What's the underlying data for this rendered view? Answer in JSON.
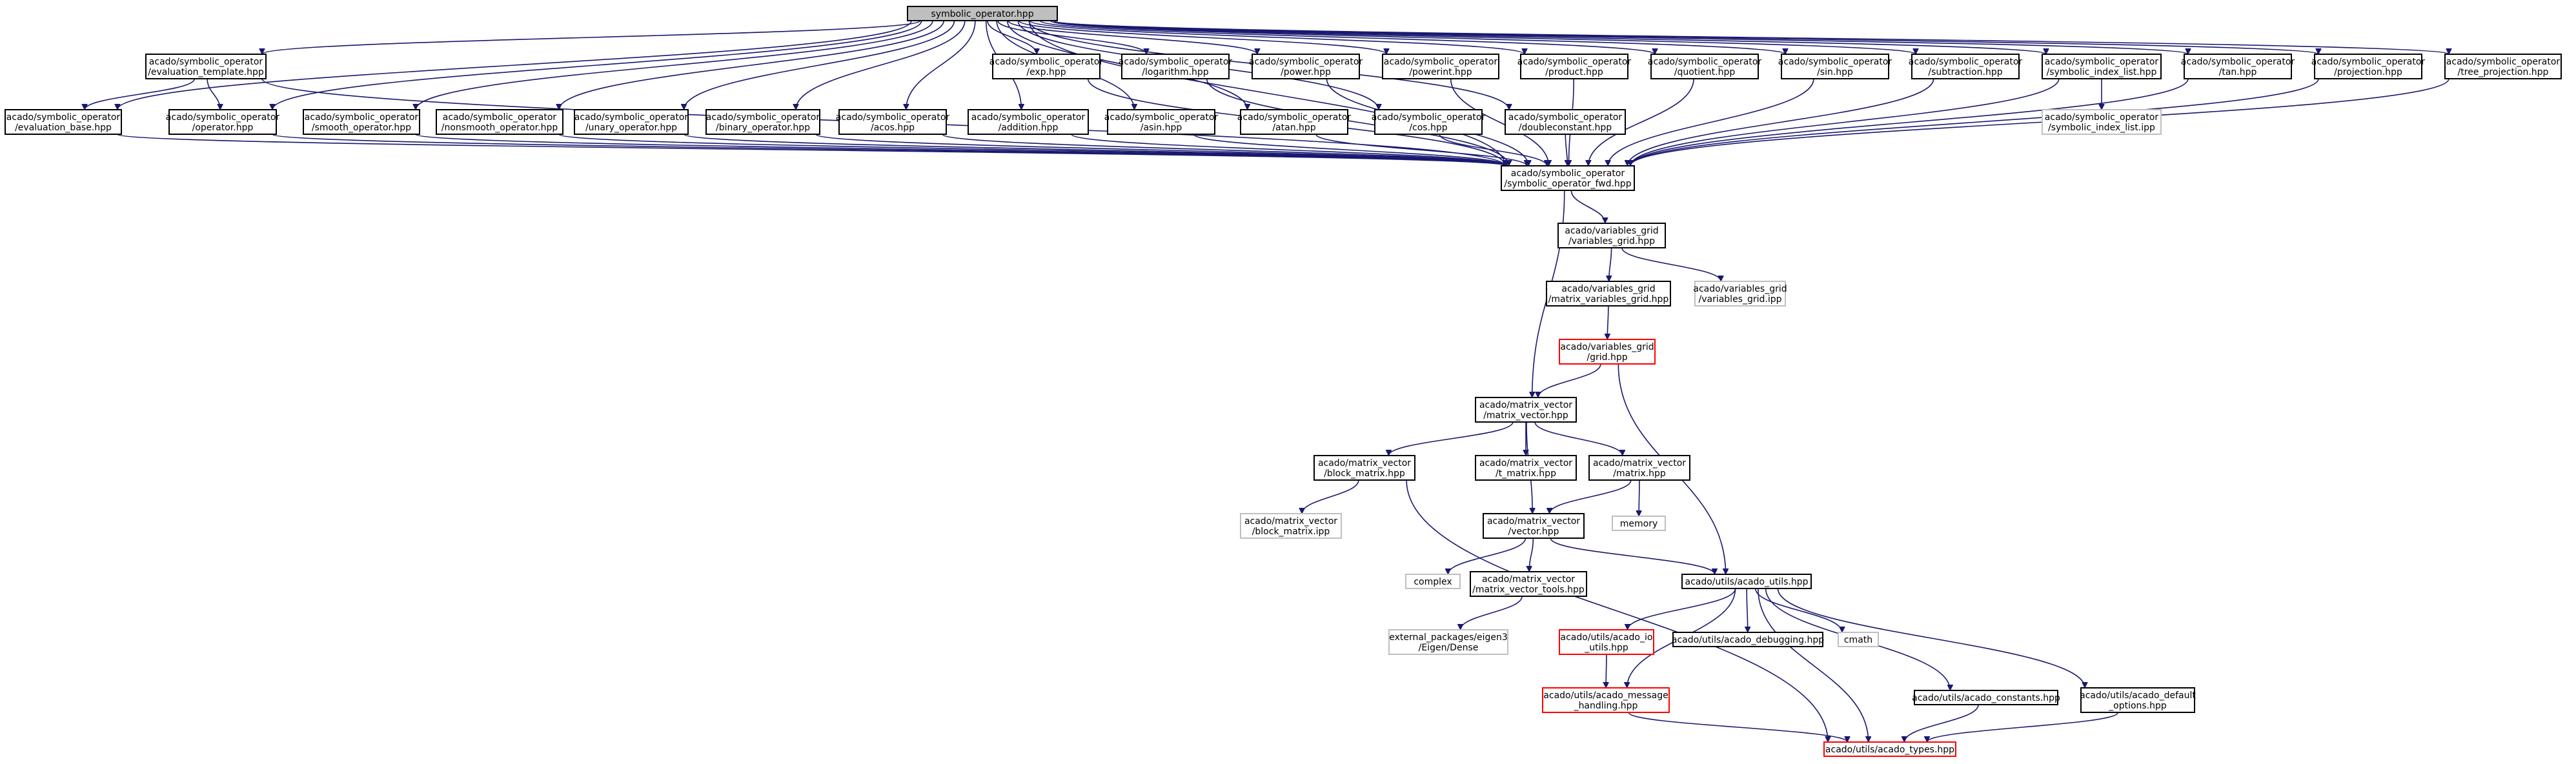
{
  "diagram": {
    "type": "include-dependency-graph",
    "colors": {
      "edge": "#191970",
      "root_fill": "#bfbfbf",
      "normal_border": "#000000",
      "truncated_border": "#ff0000",
      "external_border": "#bfbfbf"
    },
    "nodes": [
      {
        "id": "symbolic_operator",
        "lines": [
          "symbolic_operator.hpp"
        ],
        "style": "root"
      },
      {
        "id": "evaluation_template",
        "lines": [
          "acado/symbolic_operator",
          "/evaluation_template.hpp"
        ],
        "style": "normal"
      },
      {
        "id": "exp",
        "lines": [
          "acado/symbolic_operator",
          "/exp.hpp"
        ],
        "style": "normal"
      },
      {
        "id": "logarithm",
        "lines": [
          "acado/symbolic_operator",
          "/logarithm.hpp"
        ],
        "style": "normal"
      },
      {
        "id": "power",
        "lines": [
          "acado/symbolic_operator",
          "/power.hpp"
        ],
        "style": "normal"
      },
      {
        "id": "powerint",
        "lines": [
          "acado/symbolic_operator",
          "/powerint.hpp"
        ],
        "style": "normal"
      },
      {
        "id": "product",
        "lines": [
          "acado/symbolic_operator",
          "/product.hpp"
        ],
        "style": "normal"
      },
      {
        "id": "quotient",
        "lines": [
          "acado/symbolic_operator",
          "/quotient.hpp"
        ],
        "style": "normal"
      },
      {
        "id": "sin",
        "lines": [
          "acado/symbolic_operator",
          "/sin.hpp"
        ],
        "style": "normal"
      },
      {
        "id": "subtraction",
        "lines": [
          "acado/symbolic_operator",
          "/subtraction.hpp"
        ],
        "style": "normal"
      },
      {
        "id": "symbolic_index_list",
        "lines": [
          "acado/symbolic_operator",
          "/symbolic_index_list.hpp"
        ],
        "style": "normal"
      },
      {
        "id": "tan",
        "lines": [
          "acado/symbolic_operator",
          "/tan.hpp"
        ],
        "style": "normal"
      },
      {
        "id": "projection",
        "lines": [
          "acado/symbolic_operator",
          "/projection.hpp"
        ],
        "style": "normal"
      },
      {
        "id": "tree_projection",
        "lines": [
          "acado/symbolic_operator",
          "/tree_projection.hpp"
        ],
        "style": "normal"
      },
      {
        "id": "evaluation_base",
        "lines": [
          "acado/symbolic_operator",
          "/evaluation_base.hpp"
        ],
        "style": "normal"
      },
      {
        "id": "operator",
        "lines": [
          "acado/symbolic_operator",
          "/operator.hpp"
        ],
        "style": "normal"
      },
      {
        "id": "smooth_operator",
        "lines": [
          "acado/symbolic_operator",
          "/smooth_operator.hpp"
        ],
        "style": "normal"
      },
      {
        "id": "nonsmooth_operator",
        "lines": [
          "acado/symbolic_operator",
          "/nonsmooth_operator.hpp"
        ],
        "style": "normal"
      },
      {
        "id": "unary_operator",
        "lines": [
          "acado/symbolic_operator",
          "/unary_operator.hpp"
        ],
        "style": "normal"
      },
      {
        "id": "binary_operator",
        "lines": [
          "acado/symbolic_operator",
          "/binary_operator.hpp"
        ],
        "style": "normal"
      },
      {
        "id": "acos",
        "lines": [
          "acado/symbolic_operator",
          "/acos.hpp"
        ],
        "style": "normal"
      },
      {
        "id": "addition",
        "lines": [
          "acado/symbolic_operator",
          "/addition.hpp"
        ],
        "style": "normal"
      },
      {
        "id": "asin",
        "lines": [
          "acado/symbolic_operator",
          "/asin.hpp"
        ],
        "style": "normal"
      },
      {
        "id": "atan",
        "lines": [
          "acado/symbolic_operator",
          "/atan.hpp"
        ],
        "style": "normal"
      },
      {
        "id": "cos",
        "lines": [
          "acado/symbolic_operator",
          "/cos.hpp"
        ],
        "style": "normal"
      },
      {
        "id": "doubleconstant",
        "lines": [
          "acado/symbolic_operator",
          "/doubleconstant.hpp"
        ],
        "style": "normal"
      },
      {
        "id": "symbolic_index_list_ipp",
        "lines": [
          "acado/symbolic_operator",
          "/symbolic_index_list.ipp"
        ],
        "style": "external"
      },
      {
        "id": "symbolic_operator_fwd",
        "lines": [
          "acado/symbolic_operator",
          "/symbolic_operator_fwd.hpp"
        ],
        "style": "normal"
      },
      {
        "id": "variables_grid",
        "lines": [
          "acado/variables_grid",
          "/variables_grid.hpp"
        ],
        "style": "normal"
      },
      {
        "id": "matrix_variables_grid",
        "lines": [
          "acado/variables_grid",
          "/matrix_variables_grid.hpp"
        ],
        "style": "normal"
      },
      {
        "id": "variables_grid_ipp",
        "lines": [
          "acado/variables_grid",
          "/variables_grid.ipp"
        ],
        "style": "external"
      },
      {
        "id": "grid",
        "lines": [
          "acado/variables_grid",
          "/grid.hpp"
        ],
        "style": "truncated"
      },
      {
        "id": "matrix_vector",
        "lines": [
          "acado/matrix_vector",
          "/matrix_vector.hpp"
        ],
        "style": "normal"
      },
      {
        "id": "block_matrix",
        "lines": [
          "acado/matrix_vector",
          "/block_matrix.hpp"
        ],
        "style": "normal"
      },
      {
        "id": "t_matrix",
        "lines": [
          "acado/matrix_vector",
          "/t_matrix.hpp"
        ],
        "style": "normal"
      },
      {
        "id": "matrix",
        "lines": [
          "acado/matrix_vector",
          "/matrix.hpp"
        ],
        "style": "normal"
      },
      {
        "id": "block_matrix_ipp",
        "lines": [
          "acado/matrix_vector",
          "/block_matrix.ipp"
        ],
        "style": "external"
      },
      {
        "id": "vector",
        "lines": [
          "acado/matrix_vector",
          "/vector.hpp"
        ],
        "style": "normal"
      },
      {
        "id": "memory",
        "lines": [
          "memory"
        ],
        "style": "external"
      },
      {
        "id": "complex",
        "lines": [
          "complex"
        ],
        "style": "external"
      },
      {
        "id": "matrix_vector_tools",
        "lines": [
          "acado/matrix_vector",
          "/matrix_vector_tools.hpp"
        ],
        "style": "normal"
      },
      {
        "id": "acado_utils",
        "lines": [
          "acado/utils/acado_utils.hpp"
        ],
        "style": "normal"
      },
      {
        "id": "eigen_dense",
        "lines": [
          "external_packages/eigen3",
          "/Eigen/Dense"
        ],
        "style": "external"
      },
      {
        "id": "acado_io_utils",
        "lines": [
          "acado/utils/acado_io",
          "_utils.hpp"
        ],
        "style": "truncated"
      },
      {
        "id": "acado_debugging",
        "lines": [
          "acado/utils/acado_debugging.hpp"
        ],
        "style": "normal"
      },
      {
        "id": "cmath",
        "lines": [
          "cmath"
        ],
        "style": "external"
      },
      {
        "id": "acado_message_handling",
        "lines": [
          "acado/utils/acado_message",
          "_handling.hpp"
        ],
        "style": "truncated"
      },
      {
        "id": "acado_constants",
        "lines": [
          "acado/utils/acado_constants.hpp"
        ],
        "style": "normal"
      },
      {
        "id": "acado_default_options",
        "lines": [
          "acado/utils/acado_default",
          "_options.hpp"
        ],
        "style": "normal"
      },
      {
        "id": "acado_types",
        "lines": [
          "acado/utils/acado_types.hpp"
        ],
        "style": "truncated"
      }
    ],
    "edges": [
      [
        "symbolic_operator",
        "evaluation_template"
      ],
      [
        "symbolic_operator",
        "evaluation_base"
      ],
      [
        "symbolic_operator",
        "operator"
      ],
      [
        "symbolic_operator",
        "smooth_operator"
      ],
      [
        "symbolic_operator",
        "nonsmooth_operator"
      ],
      [
        "symbolic_operator",
        "unary_operator"
      ],
      [
        "symbolic_operator",
        "binary_operator"
      ],
      [
        "symbolic_operator",
        "acos"
      ],
      [
        "symbolic_operator",
        "addition"
      ],
      [
        "symbolic_operator",
        "asin"
      ],
      [
        "symbolic_operator",
        "atan"
      ],
      [
        "symbolic_operator",
        "cos"
      ],
      [
        "symbolic_operator",
        "doubleconstant"
      ],
      [
        "symbolic_operator",
        "exp"
      ],
      [
        "symbolic_operator",
        "logarithm"
      ],
      [
        "symbolic_operator",
        "power"
      ],
      [
        "symbolic_operator",
        "powerint"
      ],
      [
        "symbolic_operator",
        "product"
      ],
      [
        "symbolic_operator",
        "quotient"
      ],
      [
        "symbolic_operator",
        "sin"
      ],
      [
        "symbolic_operator",
        "subtraction"
      ],
      [
        "symbolic_operator",
        "symbolic_index_list"
      ],
      [
        "symbolic_operator",
        "tan"
      ],
      [
        "symbolic_operator",
        "projection"
      ],
      [
        "symbolic_operator",
        "tree_projection"
      ],
      [
        "symbolic_operator",
        "symbolic_operator_fwd"
      ],
      [
        "evaluation_template",
        "evaluation_base"
      ],
      [
        "evaluation_template",
        "operator"
      ],
      [
        "evaluation_template",
        "symbolic_operator_fwd"
      ],
      [
        "evaluation_base",
        "symbolic_operator_fwd"
      ],
      [
        "operator",
        "symbolic_operator_fwd"
      ],
      [
        "smooth_operator",
        "symbolic_operator_fwd"
      ],
      [
        "nonsmooth_operator",
        "symbolic_operator_fwd"
      ],
      [
        "unary_operator",
        "symbolic_operator_fwd"
      ],
      [
        "binary_operator",
        "symbolic_operator_fwd"
      ],
      [
        "acos",
        "symbolic_operator_fwd"
      ],
      [
        "addition",
        "symbolic_operator_fwd"
      ],
      [
        "asin",
        "symbolic_operator_fwd"
      ],
      [
        "atan",
        "symbolic_operator_fwd"
      ],
      [
        "cos",
        "symbolic_operator_fwd"
      ],
      [
        "doubleconstant",
        "symbolic_operator_fwd"
      ],
      [
        "exp",
        "symbolic_operator_fwd"
      ],
      [
        "logarithm",
        "symbolic_operator_fwd"
      ],
      [
        "power",
        "symbolic_operator_fwd"
      ],
      [
        "powerint",
        "symbolic_operator_fwd"
      ],
      [
        "product",
        "symbolic_operator_fwd"
      ],
      [
        "quotient",
        "symbolic_operator_fwd"
      ],
      [
        "sin",
        "symbolic_operator_fwd"
      ],
      [
        "subtraction",
        "symbolic_operator_fwd"
      ],
      [
        "symbolic_index_list",
        "symbolic_operator_fwd"
      ],
      [
        "symbolic_index_list",
        "symbolic_index_list_ipp"
      ],
      [
        "tan",
        "symbolic_operator_fwd"
      ],
      [
        "projection",
        "symbolic_operator_fwd"
      ],
      [
        "tree_projection",
        "symbolic_operator_fwd"
      ],
      [
        "symbolic_operator_fwd",
        "variables_grid"
      ],
      [
        "symbolic_operator_fwd",
        "matrix_vector"
      ],
      [
        "variables_grid",
        "matrix_variables_grid"
      ],
      [
        "variables_grid",
        "variables_grid_ipp"
      ],
      [
        "matrix_variables_grid",
        "grid"
      ],
      [
        "grid",
        "matrix_vector"
      ],
      [
        "grid",
        "acado_utils"
      ],
      [
        "matrix_vector",
        "block_matrix"
      ],
      [
        "matrix_vector",
        "t_matrix"
      ],
      [
        "matrix_vector",
        "matrix"
      ],
      [
        "matrix_vector",
        "vector"
      ],
      [
        "block_matrix",
        "block_matrix_ipp"
      ],
      [
        "block_matrix",
        "acado_types"
      ],
      [
        "matrix",
        "vector"
      ],
      [
        "matrix",
        "memory"
      ],
      [
        "vector",
        "complex"
      ],
      [
        "vector",
        "matrix_vector_tools"
      ],
      [
        "vector",
        "acado_utils"
      ],
      [
        "matrix_vector_tools",
        "eigen_dense"
      ],
      [
        "acado_utils",
        "acado_io_utils"
      ],
      [
        "acado_utils",
        "acado_debugging"
      ],
      [
        "acado_utils",
        "cmath"
      ],
      [
        "acado_utils",
        "acado_message_handling"
      ],
      [
        "acado_utils",
        "acado_constants"
      ],
      [
        "acado_utils",
        "acado_default_options"
      ],
      [
        "acado_utils",
        "acado_types"
      ],
      [
        "acado_io_utils",
        "acado_message_handling"
      ],
      [
        "acado_message_handling",
        "acado_types"
      ],
      [
        "acado_constants",
        "acado_types"
      ],
      [
        "acado_default_options",
        "acado_types"
      ]
    ]
  }
}
